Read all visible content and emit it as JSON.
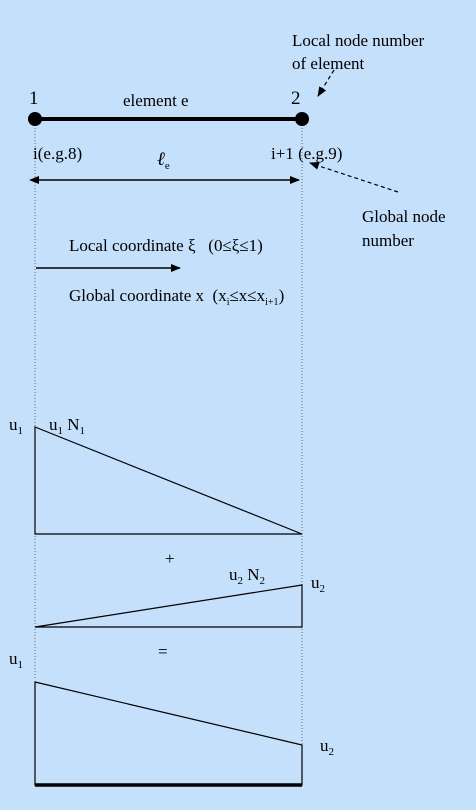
{
  "nodes": {
    "local_left": "1",
    "local_right": "2",
    "element_label": "element e",
    "global_left": "i",
    "global_left_example": "(e.g.8)",
    "global_right": "i+1",
    "global_right_example": "(e.g.9)"
  },
  "element_length": {
    "symbol": "ℓ",
    "subscript": "e"
  },
  "annotations": {
    "local_node_number": [
      "Local node number",
      "of element"
    ],
    "global_node_number": [
      "Global node",
      "number"
    ]
  },
  "coordinates": {
    "local_text": "Local coordinate ξ",
    "local_range": "(0≤ξ≤1)",
    "global_text": "Global coordinate x",
    "global_range_x": "x",
    "global_range_i": "i",
    "global_range_mid": "≤x≤x",
    "global_range_i1": "i+1",
    "global_range_open": "(",
    "global_range_close": ")"
  },
  "plots": {
    "u1_top_left": "u",
    "u1_top_left_sub": "1",
    "u1N1_u": "u",
    "u1N1_u_sub": "1",
    "u1N1_N": " N",
    "u1N1_N_sub": "1",
    "plus": "+",
    "u2N2_u": "u",
    "u2N2_u_sub": "2",
    "u2N2_N": " N",
    "u2N2_N_sub": "2",
    "u2_right": "u",
    "u2_right_sub": "2",
    "equals": "=",
    "u1_bottom_left": "u",
    "u1_bottom_left_sub": "1",
    "u2_bottom_right": "u",
    "u2_bottom_right_sub": "2"
  }
}
